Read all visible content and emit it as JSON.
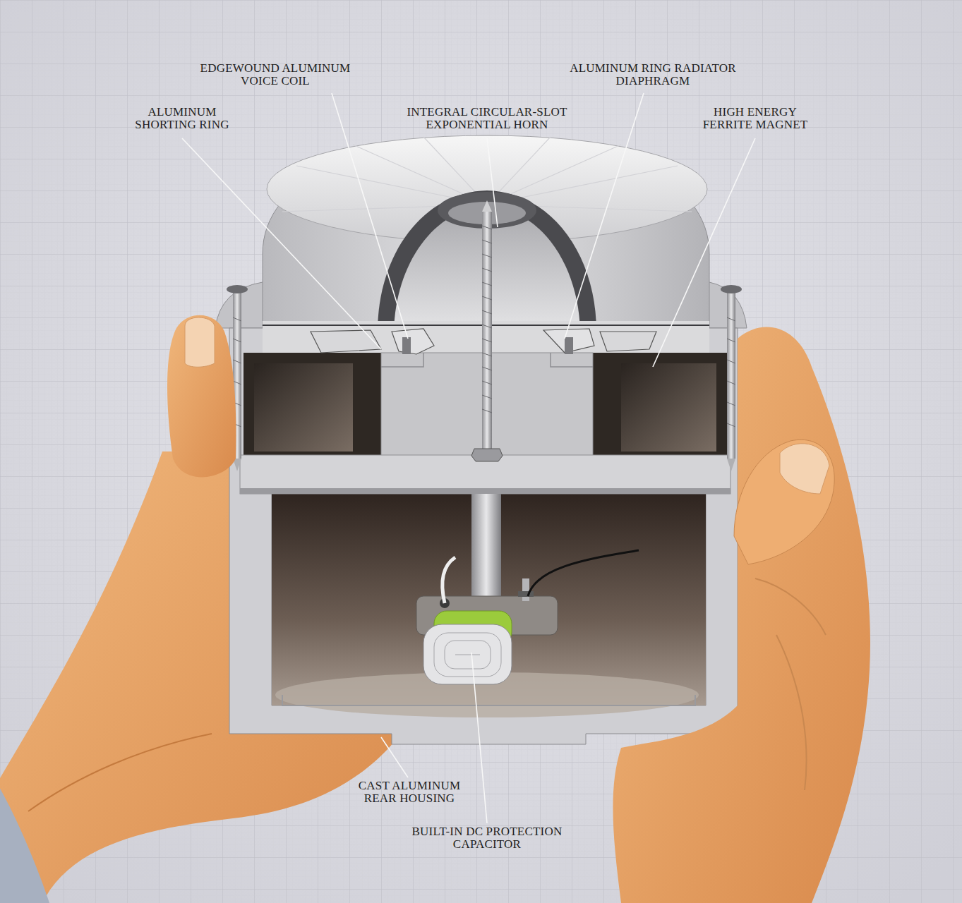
{
  "diagram": {
    "labels": [
      "EDGEWOUND ALUMINUM VOICE COIL",
      "ALUMINUM RING RADIATOR DIAPHRAGM",
      "ALUMINUM SHORTING RING",
      "INTEGRAL CIRCULAR-SLOT EXPONENTIAL HORN",
      "HIGH ENERGY FERRITE MAGNET",
      "CAST ALUMINUM REAR HOUSING",
      "BUILT-IN DC PROTECTION CAPACITOR"
    ]
  }
}
